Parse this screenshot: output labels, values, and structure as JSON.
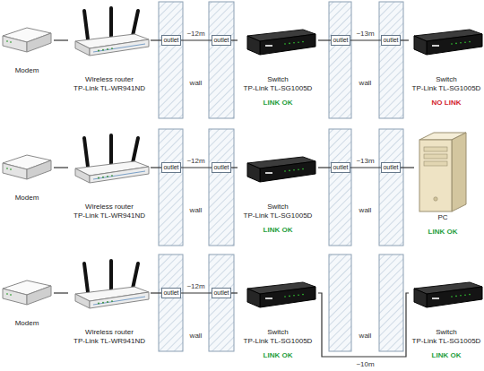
{
  "diagram": {
    "nodes": [
      {
        "text": [
          "Modem"
        ]
      },
      {
        "text": [
          "Wireless router",
          "TP-Link TL-WR941ND"
        ]
      },
      {
        "text": [
          "outlet"
        ]
      },
      {
        "text": [
          "outlet"
        ]
      },
      {
        "text": [
          "Switch",
          "TP-Link TL-SG1005D",
          "LINK OK"
        ]
      },
      {
        "text": [
          "outlet"
        ]
      },
      {
        "text": [
          "outlet"
        ]
      },
      {
        "text": [
          "Switch",
          "TP-Link TL-SG1005D",
          "NO LINK"
        ]
      },
      {
        "text": [
          "Modem"
        ]
      },
      {
        "text": [
          "Wireless router",
          "TP-Link TL-WR941ND"
        ]
      },
      {
        "text": [
          "outlet"
        ]
      },
      {
        "text": [
          "outlet"
        ]
      },
      {
        "text": [
          "Switch",
          "TP-Link TL-SG1005D",
          "LINK OK"
        ]
      },
      {
        "text": [
          "outlet"
        ]
      },
      {
        "text": [
          "outlet"
        ]
      },
      {
        "text": [
          "PC",
          "LINK OK"
        ]
      },
      {
        "text": [
          "Modem"
        ]
      },
      {
        "text": [
          "Wireless router",
          "TP-Link TL-WR941ND"
        ]
      },
      {
        "text": [
          "outlet"
        ]
      },
      {
        "text": [
          "outlet"
        ]
      },
      {
        "text": [
          "Switch",
          "TP-Link TL-SG1005D",
          "LINK OK"
        ]
      },
      {
        "text": [
          "Switch",
          "TP-Link TL-SG1005D",
          "LINK OK"
        ]
      }
    ],
    "edges": [
      {
        "from": 0,
        "to": 1,
        "arrow": "none"
      },
      {
        "from": 1,
        "to": 2,
        "arrow": "none"
      },
      {
        "from": 2,
        "to": 3,
        "label": "~12m",
        "arrow": "none"
      },
      {
        "from": 3,
        "to": 4,
        "arrow": "none"
      },
      {
        "from": 4,
        "to": 5,
        "arrow": "none"
      },
      {
        "from": 5,
        "to": 6,
        "label": "~13m",
        "arrow": "none"
      },
      {
        "from": 6,
        "to": 7,
        "arrow": "none"
      },
      {
        "from": 8,
        "to": 9,
        "arrow": "none"
      },
      {
        "from": 9,
        "to": 10,
        "arrow": "none"
      },
      {
        "from": 10,
        "to": 11,
        "label": "~12m",
        "arrow": "none"
      },
      {
        "from": 11,
        "to": 12,
        "arrow": "none"
      },
      {
        "from": 12,
        "to": 13,
        "arrow": "none"
      },
      {
        "from": 13,
        "to": 14,
        "label": "~13m",
        "arrow": "none"
      },
      {
        "from": 14,
        "to": 15,
        "arrow": "none"
      },
      {
        "from": 16,
        "to": 17,
        "arrow": "none"
      },
      {
        "from": 17,
        "to": 18,
        "arrow": "none"
      },
      {
        "from": 18,
        "to": 19,
        "label": "~12m",
        "arrow": "none"
      },
      {
        "from": 19,
        "to": 20,
        "arrow": "none"
      },
      {
        "from": 20,
        "to": 21,
        "label": "~10m",
        "arrow": "none"
      }
    ],
    "labels": [
      "wall",
      "wall",
      "wall",
      "wall",
      "wall",
      "wall"
    ]
  }
}
